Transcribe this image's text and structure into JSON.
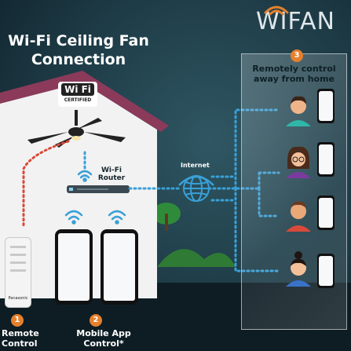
{
  "brand": {
    "logo_text": "WIFAN"
  },
  "title": {
    "line1": "Wi-Fi Ceiling Fan",
    "line2": "Connection"
  },
  "certification": {
    "logo_text": "Wi Fi",
    "label": "CERTIFIED"
  },
  "router": {
    "label_line1": "Wi-Fi",
    "label_line2": "Router"
  },
  "internet": {
    "label": "Internet"
  },
  "remote_section": {
    "badge": "3",
    "line1": "Remotely control",
    "line2": "away from home"
  },
  "steps": [
    {
      "badge": "1",
      "line1": "Remote",
      "line2": "Control"
    },
    {
      "badge": "2",
      "line1": "Mobile App",
      "line2": "Control*"
    }
  ],
  "remote_device": {
    "brand": "Panasonic"
  },
  "colors": {
    "accent": "#e5802c",
    "dotted_red": "#d94a3a",
    "dotted_blue": "#3aa0d8",
    "roof": "#8b3a5a",
    "house": "#f2f2f2"
  }
}
